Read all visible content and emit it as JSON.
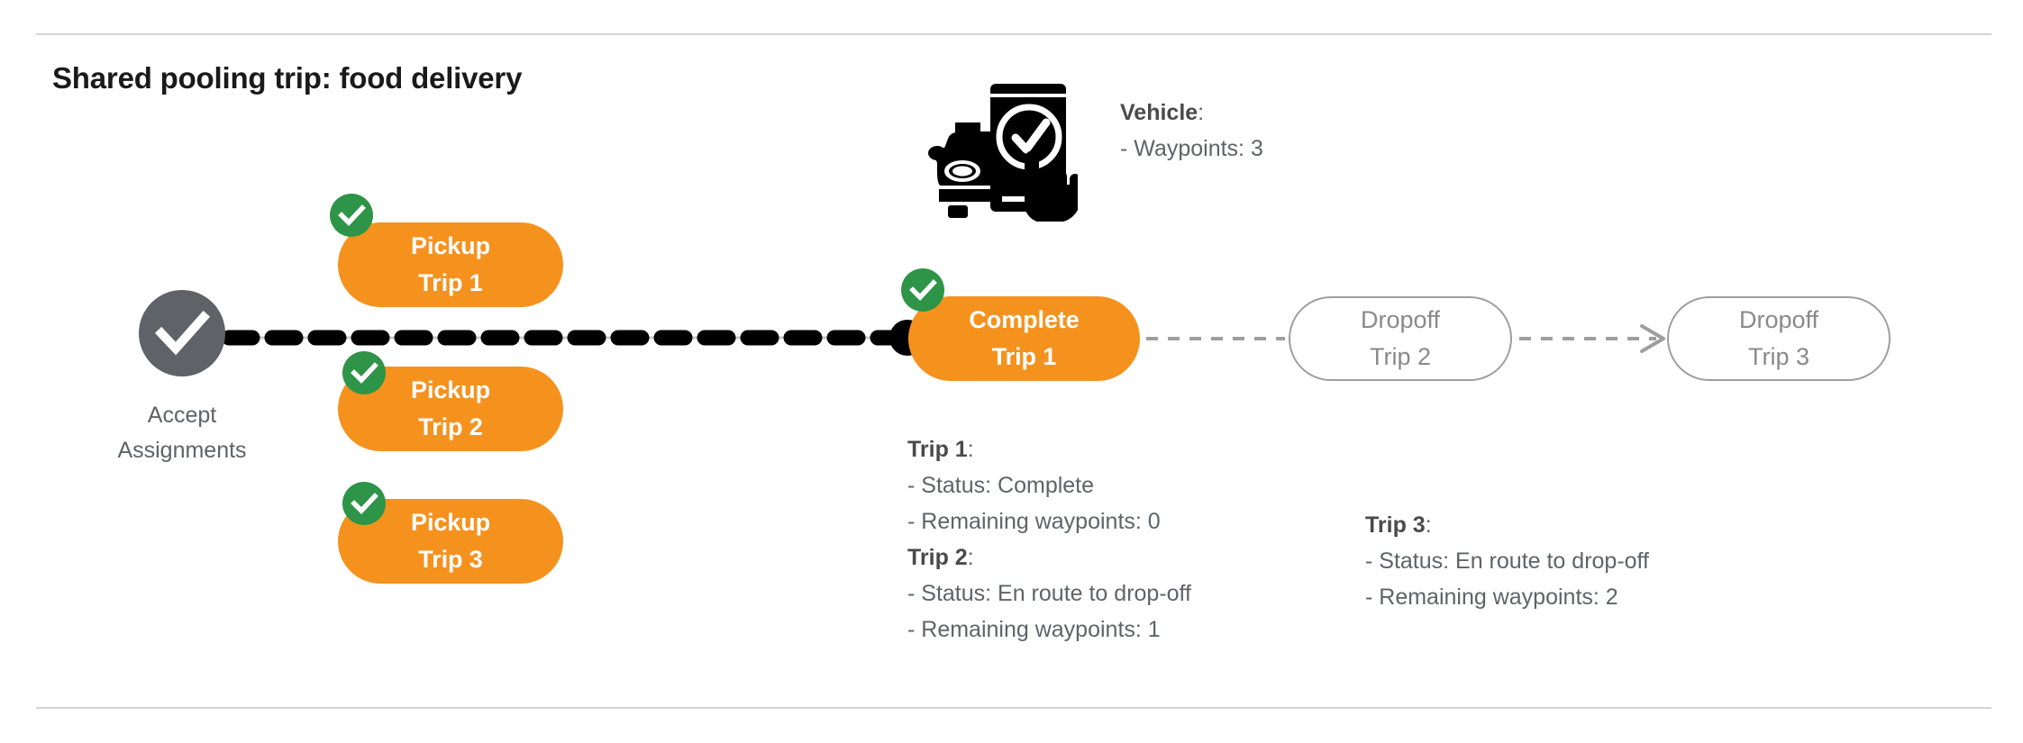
{
  "title": "Shared pooling trip: food delivery",
  "colors": {
    "orange": "#F5921E",
    "green": "#2E9447",
    "gray": "#5F6368",
    "outline": "#9E9E9E",
    "rule": "#D4D4D4",
    "black": "#000000"
  },
  "start_node": {
    "icon": "check-circle-icon",
    "label_line1": "Accept",
    "label_line2": "Assignments"
  },
  "pickup_nodes": [
    {
      "line1": "Pickup",
      "line2": "Trip 1",
      "badge": "check-badge-icon",
      "status": "done"
    },
    {
      "line1": "Pickup",
      "line2": "Trip 2",
      "badge": "check-badge-icon",
      "status": "done"
    },
    {
      "line1": "Pickup",
      "line2": "Trip 3",
      "badge": "check-badge-icon",
      "status": "done"
    }
  ],
  "complete_node": {
    "line1": "Complete",
    "line2": "Trip 1",
    "badge": "check-badge-icon",
    "status": "done"
  },
  "dropoff_nodes": [
    {
      "line1": "Dropoff",
      "line2": "Trip 2",
      "status": "pending"
    },
    {
      "line1": "Dropoff",
      "line2": "Trip 3",
      "status": "pending"
    }
  ],
  "vehicle": {
    "icon": "car-phone-check-hand-icon",
    "heading": "Vehicle",
    "heading_suffix": ":",
    "waypoints_line": "- Waypoints: 3",
    "waypoints": 3
  },
  "trip_details": [
    {
      "heading": "Trip 1",
      "heading_suffix": ":",
      "status_line": "- Status:  Complete",
      "waypoints_line": "- Remaining waypoints: 0",
      "status": "Complete",
      "remaining_waypoints": 0
    },
    {
      "heading": "Trip 2",
      "heading_suffix": ":",
      "status_line": "- Status:  En route to drop-off",
      "waypoints_line": "- Remaining waypoints: 1",
      "status": "En route to drop-off",
      "remaining_waypoints": 1
    },
    {
      "heading": "Trip 3",
      "heading_suffix": ":",
      "status_line": "- Status:  En route to drop-off",
      "waypoints_line": "- Remaining waypoints: 2",
      "status": "En route to drop-off",
      "remaining_waypoints": 2
    }
  ]
}
